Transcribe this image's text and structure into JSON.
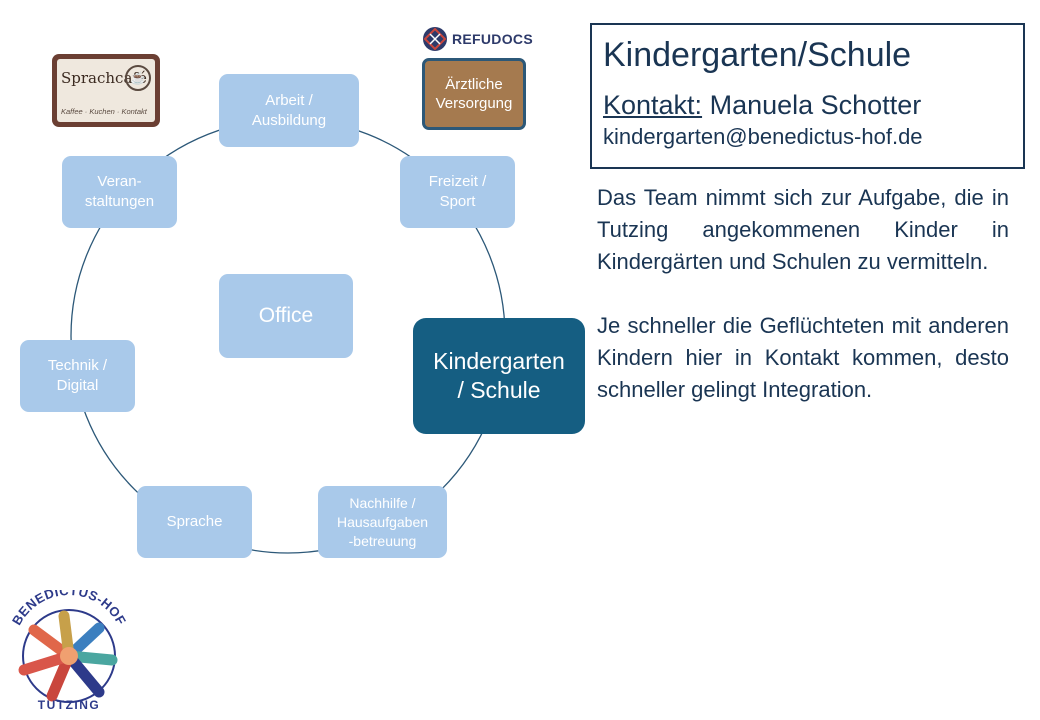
{
  "diagram": {
    "nodes": [
      {
        "id": "arbeit",
        "lines": [
          "Arbeit /",
          "Ausbildung"
        ]
      },
      {
        "id": "freizeit",
        "lines": [
          "Freizeit /",
          "Sport"
        ]
      },
      {
        "id": "kindergarten",
        "lines": [
          "Kindergarten",
          "/ Schule"
        ]
      },
      {
        "id": "nachhilfe",
        "lines": [
          "Nachhilfe /",
          "Hausaufgaben",
          "-betreuung"
        ]
      },
      {
        "id": "sprache",
        "lines": [
          "Sprache"
        ]
      },
      {
        "id": "technik",
        "lines": [
          "Technik /",
          "Digital"
        ]
      },
      {
        "id": "veranstaltungen",
        "lines": [
          "Veran-",
          "staltungen"
        ]
      },
      {
        "id": "office",
        "lines": [
          "Office"
        ]
      }
    ],
    "active_node": "kindergarten"
  },
  "logos": {
    "sprachcafe": {
      "title": "Sprachcafé",
      "tagline": "Kaffee · Kuchen · Kontakt"
    },
    "refudocs": {
      "name": "REFUDOCS",
      "card_lines": [
        "Ärztliche",
        "Versorgung"
      ]
    },
    "benedictus": {
      "top": "BENEDICTUS-HOF",
      "bottom": "TUTZING"
    }
  },
  "info": {
    "title": "Kindergarten/Schule",
    "contact_label": "Kontakt:",
    "contact_name": "Manuela Schotter",
    "email": "kindergarten@benedictus-hof.de",
    "paragraphs": [
      "Das Team nimmt sich zur Aufgabe, die in Tutzing angekommenen Kinder in Kindergärten und Schulen zu vermitteln.",
      "Je schneller die Geflüchteten mit anderen Kindern hier in Kontakt kommen, desto schneller gelingt Integration."
    ]
  },
  "colors": {
    "node": "#a9c9ea",
    "active": "#155e82",
    "text": "#1a3553",
    "ring": "#2c5878"
  }
}
